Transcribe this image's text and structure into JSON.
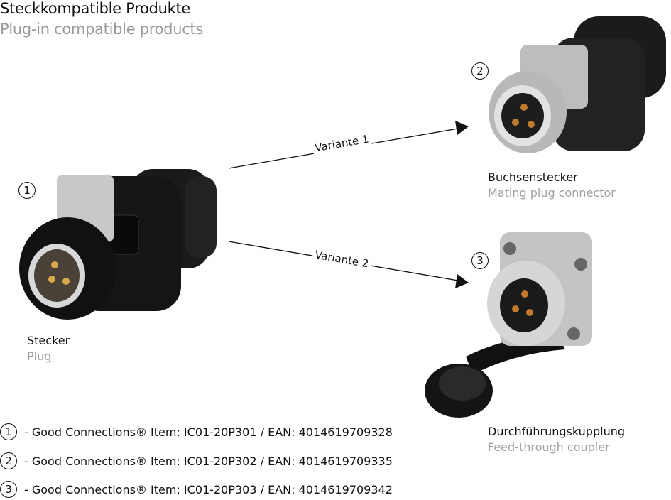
{
  "header": {
    "title": "Steckkompatible Produkte",
    "subtitle": "Plug-in compatible products"
  },
  "products": [
    {
      "number": "1",
      "label": "Stecker",
      "sublabel": "Plug"
    },
    {
      "number": "2",
      "label": "Buchsenstecker",
      "sublabel": "Mating plug connector"
    },
    {
      "number": "3",
      "label": "Durchführungskupplung",
      "sublabel": "Feed-through coupler"
    }
  ],
  "arrows": [
    {
      "label": "Variante 1"
    },
    {
      "label": "Variante 2"
    }
  ],
  "items": [
    {
      "number": "1",
      "text": "- Good Connections® Item: IC01-20P301 / EAN: 4014619709328"
    },
    {
      "number": "2",
      "text": "- Good Connections® Item: IC01-20P302 / EAN: 4014619709335"
    },
    {
      "number": "3",
      "text": "- Good Connections® Item: IC01-20P303 / EAN: 4014619709342"
    }
  ]
}
